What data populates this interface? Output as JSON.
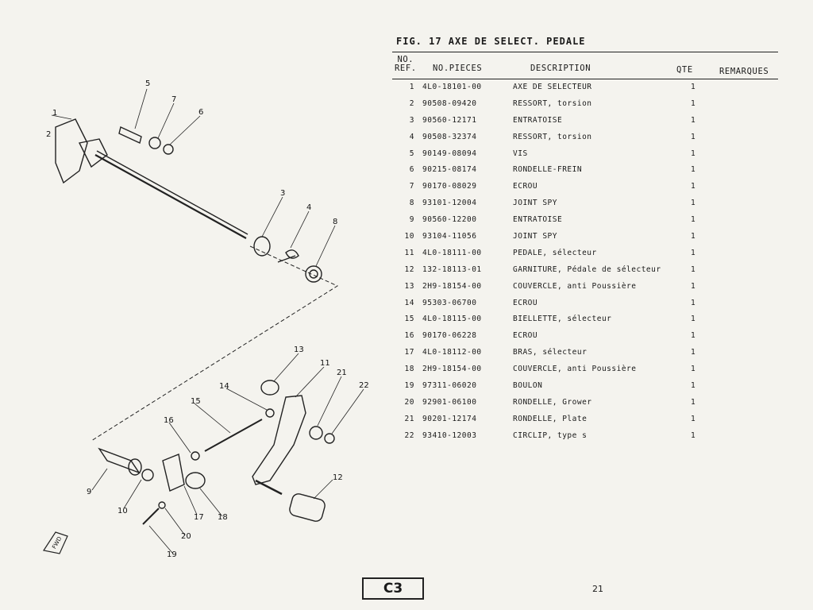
{
  "figure": {
    "title": "FIG. 17  AXE DE SELECT. PEDALE"
  },
  "table": {
    "headers": {
      "ref_line1": "NO.",
      "ref_line2": "REF.",
      "part": "NO.PIECES",
      "description": "DESCRIPTION",
      "qty": "QTE",
      "remarks": "REMARQUES"
    },
    "rows": [
      {
        "ref": "1",
        "part": "4L0-18101-00",
        "description": "AXE DE SELECTEUR",
        "qty": "1",
        "remarks": ""
      },
      {
        "ref": "2",
        "part": "90508-09420",
        "description": "RESSORT, torsion",
        "qty": "1",
        "remarks": ""
      },
      {
        "ref": "3",
        "part": "90560-12171",
        "description": "ENTRATOISE",
        "qty": "1",
        "remarks": ""
      },
      {
        "ref": "4",
        "part": "90508-32374",
        "description": "RESSORT, torsion",
        "qty": "1",
        "remarks": ""
      },
      {
        "ref": "5",
        "part": "90149-08094",
        "description": "VIS",
        "qty": "1",
        "remarks": ""
      },
      {
        "ref": "6",
        "part": "90215-08174",
        "description": "RONDELLE-FREIN",
        "qty": "1",
        "remarks": ""
      },
      {
        "ref": "7",
        "part": "90170-08029",
        "description": "ECROU",
        "qty": "1",
        "remarks": ""
      },
      {
        "ref": "8",
        "part": "93101-12004",
        "description": "JOINT SPY",
        "qty": "1",
        "remarks": ""
      },
      {
        "ref": "9",
        "part": "90560-12200",
        "description": "ENTRATOISE",
        "qty": "1",
        "remarks": ""
      },
      {
        "ref": "10",
        "part": "93104-11056",
        "description": "JOINT SPY",
        "qty": "1",
        "remarks": ""
      },
      {
        "ref": "11",
        "part": "4L0-18111-00",
        "description": "PEDALE, sélecteur",
        "qty": "1",
        "remarks": ""
      },
      {
        "ref": "12",
        "part": "132-18113-01",
        "description": "GARNITURE, Pédale de sélecteur",
        "qty": "1",
        "remarks": ""
      },
      {
        "ref": "13",
        "part": "2H9-18154-00",
        "description": "COUVERCLE, anti Poussière",
        "qty": "1",
        "remarks": ""
      },
      {
        "ref": "14",
        "part": "95303-06700",
        "description": "ECROU",
        "qty": "1",
        "remarks": ""
      },
      {
        "ref": "15",
        "part": "4L0-18115-00",
        "description": "BIELLETTE, sélecteur",
        "qty": "1",
        "remarks": ""
      },
      {
        "ref": "16",
        "part": "90170-06228",
        "description": "ECROU",
        "qty": "1",
        "remarks": ""
      },
      {
        "ref": "17",
        "part": "4L0-18112-00",
        "description": "BRAS, sélecteur",
        "qty": "1",
        "remarks": ""
      },
      {
        "ref": "18",
        "part": "2H9-18154-00",
        "description": "COUVERCLE, anti Poussière",
        "qty": "1",
        "remarks": ""
      },
      {
        "ref": "19",
        "part": "97311-06020",
        "description": "BOULON",
        "qty": "1",
        "remarks": ""
      },
      {
        "ref": "20",
        "part": "92901-06100",
        "description": "RONDELLE, Grower",
        "qty": "1",
        "remarks": ""
      },
      {
        "ref": "21",
        "part": "90201-12174",
        "description": "RONDELLE, Plate",
        "qty": "1",
        "remarks": ""
      },
      {
        "ref": "22",
        "part": "93410-12003",
        "description": "CIRCLIP, type s",
        "qty": "1",
        "remarks": ""
      }
    ]
  },
  "diagram": {
    "callouts": [
      "1",
      "2",
      "3",
      "4",
      "5",
      "6",
      "7",
      "8",
      "9",
      "10",
      "11",
      "12",
      "13",
      "14",
      "15",
      "16",
      "17",
      "18",
      "19",
      "20",
      "21",
      "22"
    ],
    "fwd_label": "FWD"
  },
  "footer": {
    "code": "C3",
    "page_number": "21"
  }
}
